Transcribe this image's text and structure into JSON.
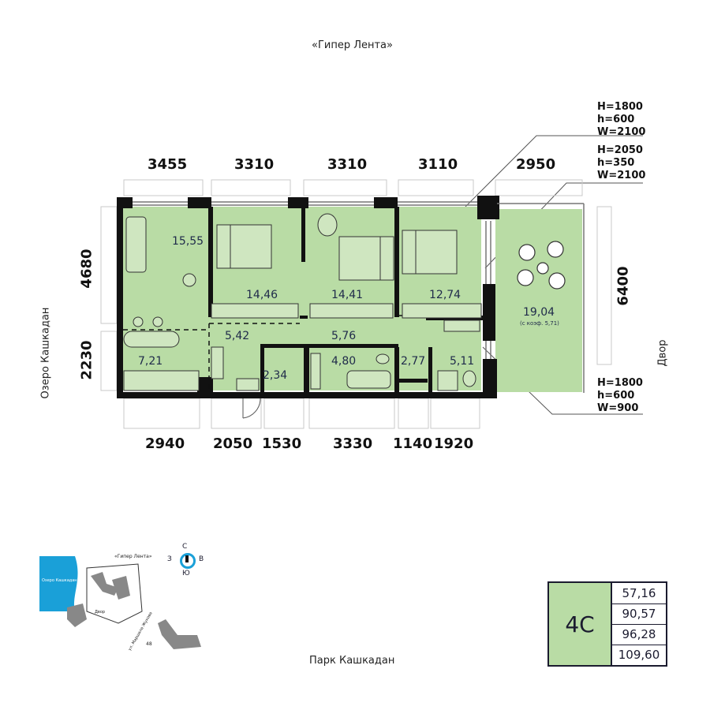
{
  "street_top": "«Гипер Лента»",
  "street_bottom": "Парк Кашкадан",
  "street_left": "Озеро Кашкадан",
  "street_right": "Двор",
  "dims_top": [
    "3455",
    "3310",
    "3310",
    "3110",
    "2950"
  ],
  "dims_bottom": [
    "2940",
    "2050",
    "1530",
    "3330",
    "1140",
    "1920"
  ],
  "dims_left": [
    "4680",
    "2230"
  ],
  "dims_right": [
    "6400"
  ],
  "window_notes": [
    [
      "H=1800",
      "h=600",
      "W=2100"
    ],
    [
      "H=2050",
      "h=350",
      "W=2100"
    ],
    [
      "H=1800",
      "h=600",
      "W=900"
    ]
  ],
  "rooms": {
    "living": "15,55",
    "bedroom1": "14,46",
    "bedroom2": "14,41",
    "bedroom3": "12,74",
    "loggia": "19,04",
    "loggia_coef": "(с коэф. 5,71)",
    "hall": "5,42",
    "corridor": "5,76",
    "kitchen": "7,21",
    "wc1": "2,34",
    "bath": "4,80",
    "wc2": "2,77",
    "bath2": "5,11"
  },
  "compass": {
    "n": "С",
    "s": "Ю",
    "w": "З",
    "e": "В"
  },
  "minimap": {
    "top": "«Гипер Лента»",
    "lake": "Озеро Кашкадан",
    "yard": "Двор",
    "street": "ул. Маршала Жукова",
    "num": "48"
  },
  "apt_type": "4С",
  "areas": [
    "57,16",
    "90,57",
    "96,28",
    "109,60"
  ],
  "colors": {
    "room_fill": "#b9dca5",
    "wall": "#111111",
    "accent": "#1aa0d8"
  }
}
